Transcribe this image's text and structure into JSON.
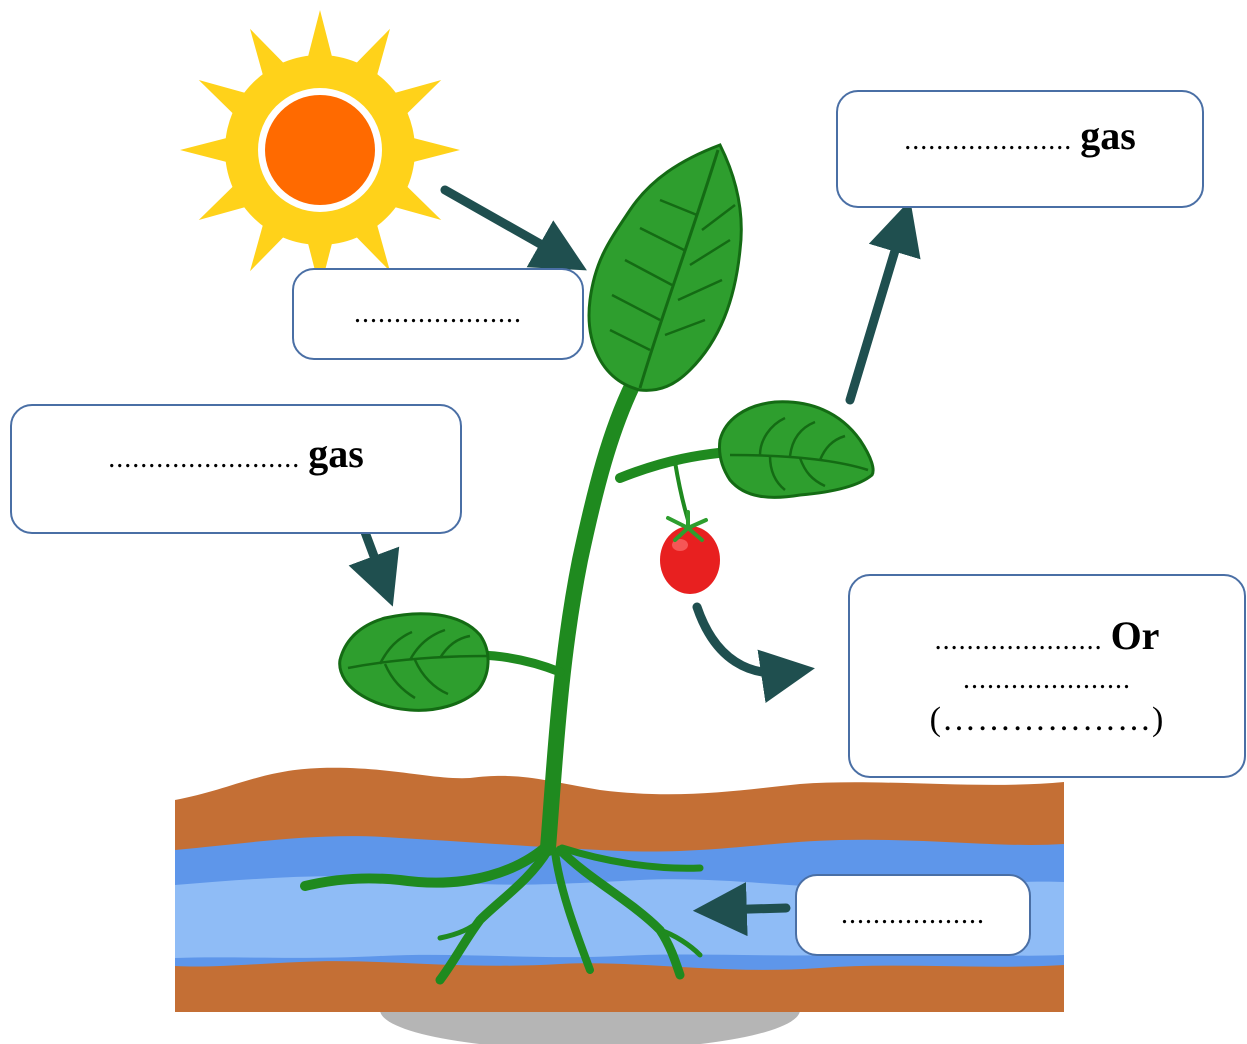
{
  "labels": {
    "light": {
      "blank": "....................."
    },
    "gas_in": {
      "blank": "........................",
      "word": "gas"
    },
    "gas_out": {
      "blank": ".....................",
      "word": "gas"
    },
    "food": {
      "line1_blank": ".....................",
      "line1_word": "Or",
      "line2_blank": ".....................",
      "line3": "(………………)"
    },
    "water": {
      "blank": ".................."
    }
  },
  "colors": {
    "arrow": "#1f4f4f",
    "leaf": "#2e9e2e",
    "leaf_dark": "#146b14",
    "stem": "#1f8a1f",
    "sun_rays": "#ffd21a",
    "sun_core": "#ff6a00",
    "soil": "#c46f35",
    "water": "#6ea6f0",
    "water_light": "#8fbcf6",
    "tomato": "#e82020",
    "box_border": "#4a6fa5"
  },
  "icons": [
    "sun-icon",
    "plant-illustration",
    "tomato-icon",
    "soil-water-layers"
  ]
}
